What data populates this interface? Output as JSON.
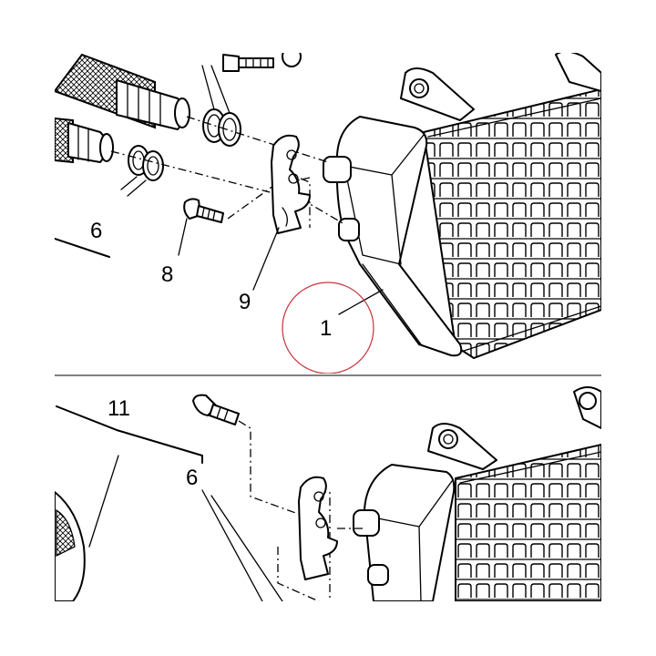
{
  "diagram": {
    "callouts": {
      "c1": "1",
      "c6_top": "6",
      "c8": "8",
      "c9": "9",
      "c11": "11",
      "c6_bottom": "6"
    },
    "highlight_color": "#c8323a",
    "line_color": "#000000",
    "background": "#ffffff"
  }
}
